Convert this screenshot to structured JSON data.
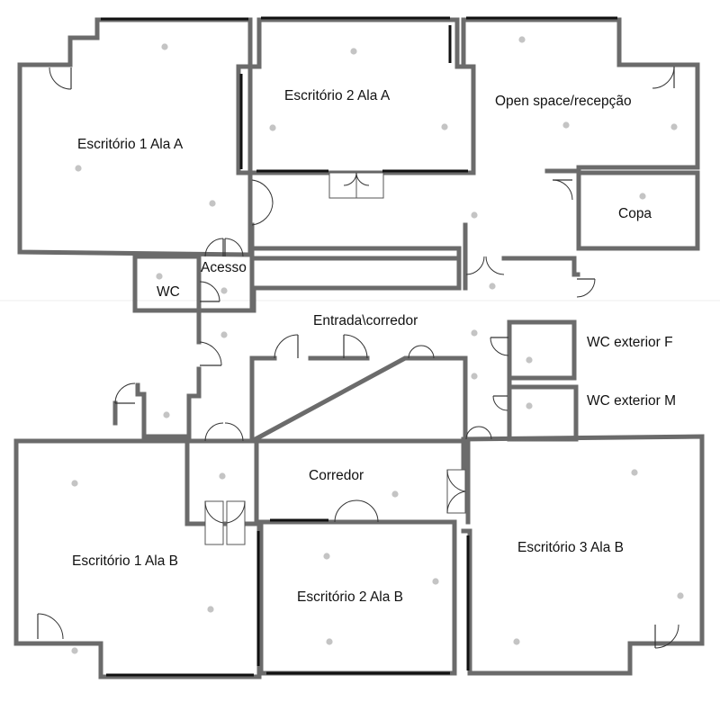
{
  "rooms": {
    "escritorio_1_ala_a": "Escritório 1 Ala A",
    "escritorio_2_ala_a": "Escritório 2 Ala A",
    "open_space": "Open space/recepção",
    "copa": "Copa",
    "wc": "WC",
    "acesso": "Acesso",
    "entrada_corredor": "Entrada\\corredor",
    "wc_exterior_f": "WC exterior F",
    "wc_exterior_m": "WC exterior M",
    "corredor": "Corredor",
    "escritorio_1_ala_b": "Escritório 1 Ala B",
    "escritorio_2_ala_b": "Escritório 2 Ala B",
    "escritorio_3_ala_b": "Escritório 3 Ala B"
  },
  "colors": {
    "wall": "#6b6b6b",
    "window": "#111111",
    "light": "#c4c4c4",
    "text": "#111111"
  },
  "icons": [
    "door-icon",
    "light-fixture-icon",
    "window-icon"
  ]
}
